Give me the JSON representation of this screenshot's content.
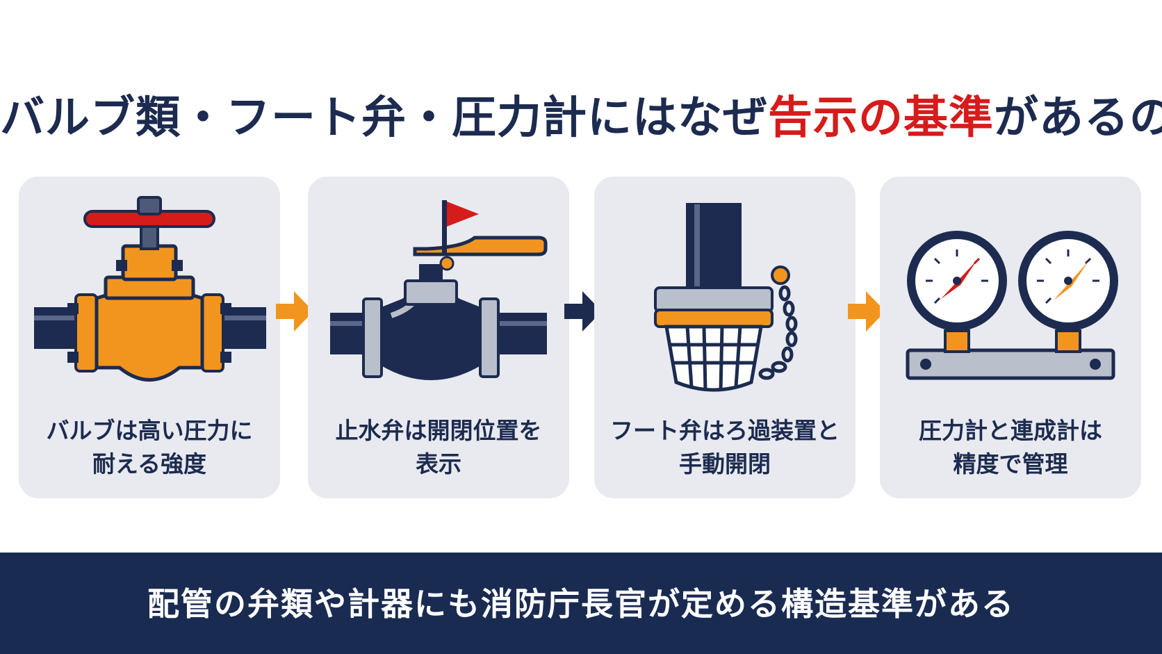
{
  "title": {
    "part1": "バルブ類・フート弁・圧力計にはなぜ",
    "highlight": "告示の基準",
    "part2": "があるのか"
  },
  "cards": [
    {
      "line1": "バルブは高い圧力に",
      "line2": "耐える強度",
      "icon": "gate-valve-icon"
    },
    {
      "line1": "止水弁は開閉位置を",
      "line2": "表示",
      "icon": "ball-valve-flag-icon"
    },
    {
      "line1": "フート弁はろ過装置と",
      "line2": "手動開閉",
      "icon": "foot-valve-strainer-icon"
    },
    {
      "line1": "圧力計と連成計は",
      "line2": "精度で管理",
      "icon": "pressure-gauges-icon"
    }
  ],
  "arrows": [
    "arrow-right-orange",
    "arrow-right-navy",
    "arrow-right-orange"
  ],
  "footer": {
    "text": "配管の弁類や計器にも消防庁長官が定める構造基準がある"
  },
  "colors": {
    "navy": "#1c2b4f",
    "orange": "#f2951f",
    "red": "#d61b1b",
    "card_bg": "#e8eaef",
    "footer_bg": "#1a2b52"
  }
}
